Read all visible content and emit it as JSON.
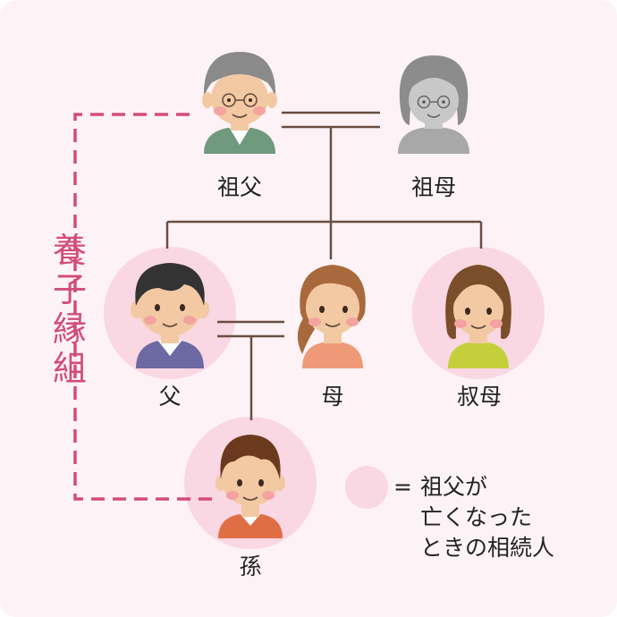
{
  "people": {
    "grandfather": "祖父",
    "grandmother": "祖母",
    "father": "父",
    "mother": "母",
    "aunt": "叔母",
    "grandchild": "孫"
  },
  "adoption_label": [
    "養",
    "子",
    "縁",
    "組"
  ],
  "legend": {
    "symbol": "=",
    "lines": [
      "祖父が",
      "亡くなった",
      "ときの相続人"
    ]
  },
  "colors": {
    "adoption_line": "#d34c7a",
    "heir_circle": "#f9d7e3",
    "family_line": "#6a4d40",
    "background": "#fdf3f6"
  }
}
